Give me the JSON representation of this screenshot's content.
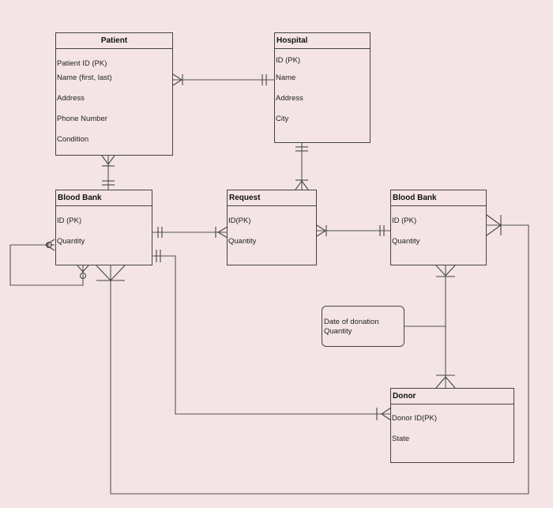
{
  "colors": {
    "background": "#f4e4e6",
    "line": "#555555"
  },
  "patient": {
    "title": "Patient",
    "attrs": [
      "Patient ID (PK)",
      "Name (first, last)",
      "Address",
      "Phone Number",
      "Condition"
    ]
  },
  "hospital": {
    "title": "Hospital",
    "attrs": [
      "ID (PK)",
      "Name",
      "Address",
      "City"
    ]
  },
  "blood_bank_left": {
    "title": "Blood Bank",
    "attrs": [
      "ID (PK)",
      "Quantity"
    ]
  },
  "request": {
    "title": "Request",
    "attrs": [
      "ID(PK)",
      "Quantity"
    ]
  },
  "blood_bank_right": {
    "title": "Blood Bank",
    "attrs": [
      "ID (PK)",
      "Quantity"
    ]
  },
  "donation_note": {
    "lines": [
      "Date of donation",
      "Quantity"
    ]
  },
  "donor": {
    "title": "Donor",
    "attrs": [
      "Donor ID(PK)",
      "State"
    ]
  }
}
